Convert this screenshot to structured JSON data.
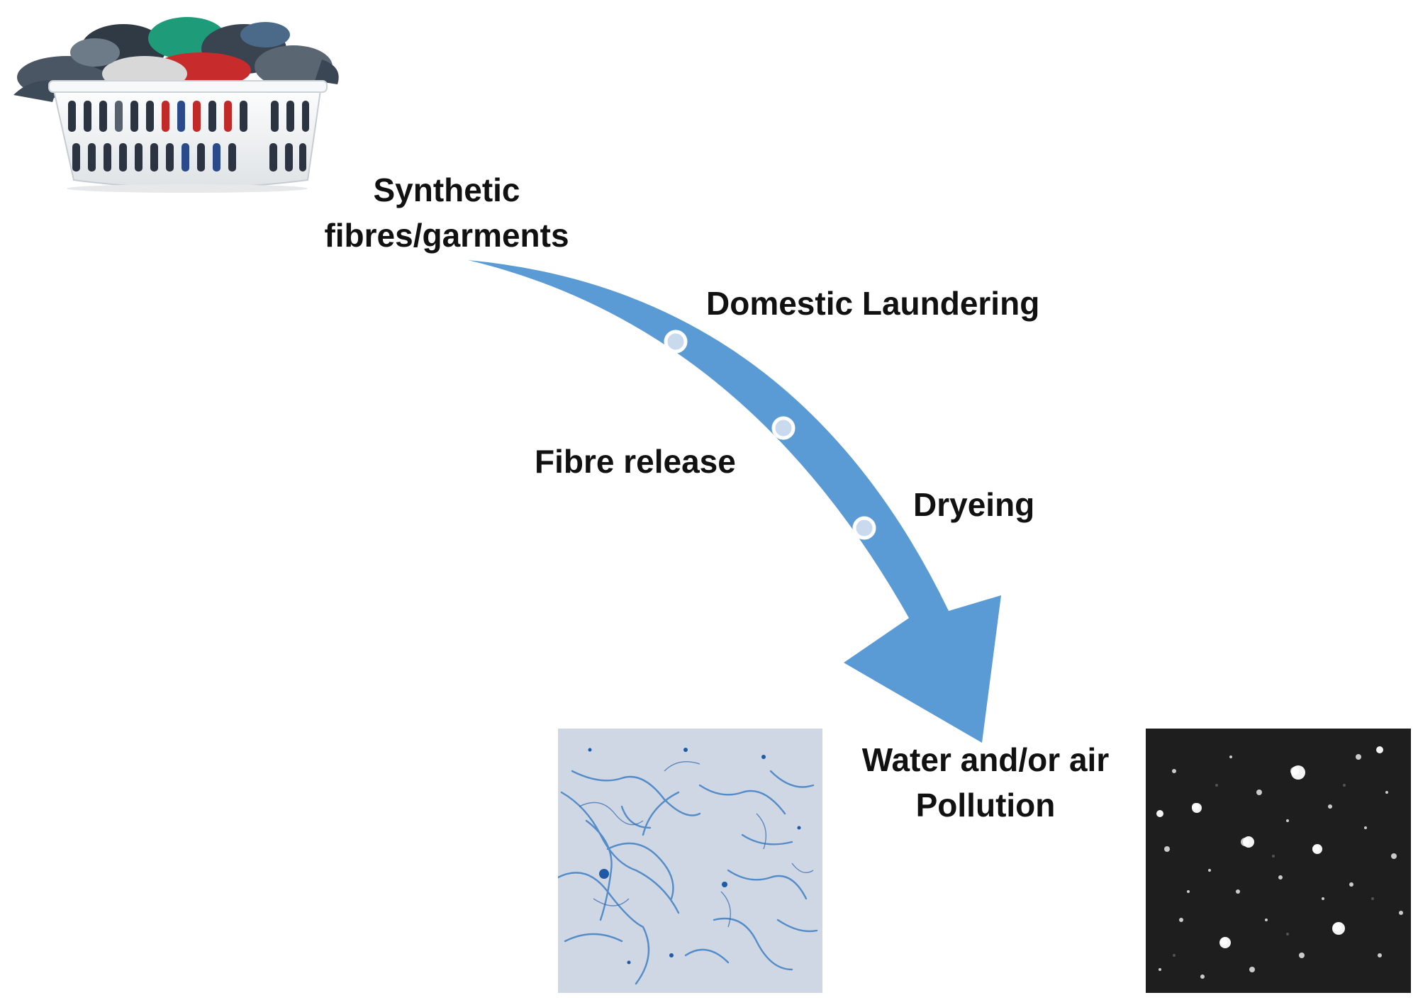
{
  "labels": {
    "source_line1": "Synthetic",
    "source_line2": "fibres/garments",
    "laundering": "Domestic Laundering",
    "release": "Fibre release",
    "drying": "Dryeing",
    "pollution_line1": "Water and/or air",
    "pollution_line2": "Pollution"
  },
  "colors": {
    "arrow": "#5b9bd5",
    "stage_dot": "#c9d9ee",
    "fibre_stain": "#3f7fc4",
    "air_sample_bg": "#1e1e1e"
  },
  "icons": {
    "source": "laundry-basket-icon",
    "water_sample": "stained-fibre-micrograph",
    "air_sample": "dark-particle-micrograph"
  }
}
